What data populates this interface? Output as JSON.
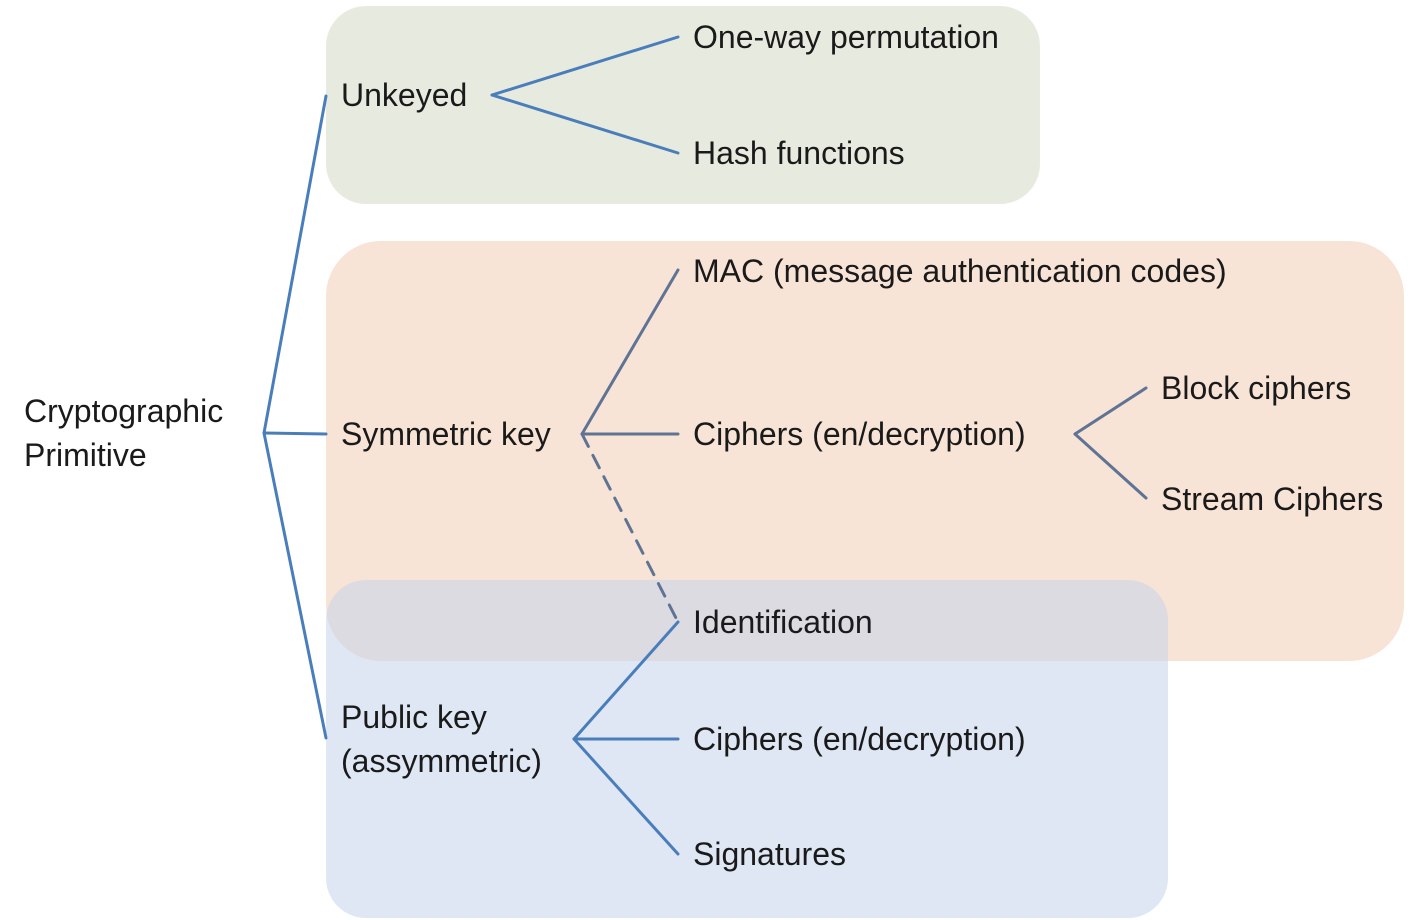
{
  "diagram": {
    "root": {
      "label": "Cryptographic\nPrimitive"
    },
    "groups": {
      "unkeyed": {
        "label": "Unkeyed",
        "children": [
          "One-way permutation",
          "Hash functions"
        ]
      },
      "symmetric": {
        "label": "Symmetric key",
        "children": [
          "MAC (message authentication codes)",
          "Ciphers (en/decryption)",
          "Identification"
        ],
        "cipher_children": [
          "Block ciphers",
          "Stream Ciphers"
        ]
      },
      "public": {
        "label": "Public key\n(assymmetric)",
        "children": [
          "Identification",
          "Ciphers (en/decryption)",
          "Signatures"
        ]
      }
    },
    "colors": {
      "unkeyed_region": "#e7ebdf",
      "symmetric_region": "#f8e4d6",
      "public_region": "#c4d3ec",
      "line_blue": "#4a7ebb",
      "line_slate": "#5f7394"
    }
  }
}
